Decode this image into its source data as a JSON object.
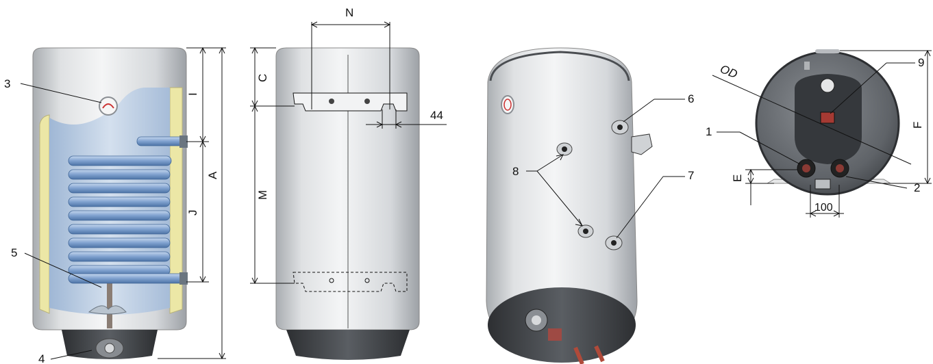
{
  "callouts": {
    "n1": "1",
    "n2": "2",
    "n3": "3",
    "n4": "4",
    "n5": "5",
    "n6": "6",
    "n7": "7",
    "n8": "8",
    "n9": "9"
  },
  "dimensions": {
    "A": "A",
    "I": "I",
    "J": "J",
    "C": "C",
    "M": "M",
    "N": "N",
    "d44": "44",
    "OD": "OD",
    "F": "F",
    "E": "E",
    "d100": "100"
  },
  "colors": {
    "tank_shell": "#e4e6e8",
    "tank_shadow": "#b9bcc0",
    "insulation": "#ece7a6",
    "water": "#c8d7ea",
    "coil": "#8fb0d8",
    "coil_dark": "#5b82b5",
    "cap_dark": "#3b3e42",
    "line": "#111111"
  }
}
